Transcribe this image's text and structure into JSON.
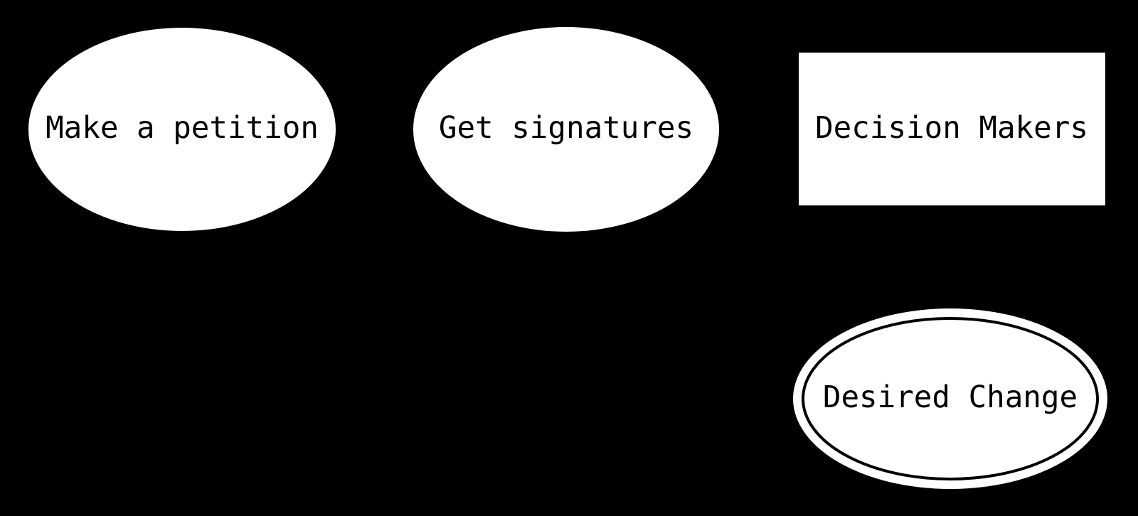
{
  "diagram": {
    "type": "flowchart",
    "background_color": "#000000",
    "node_fill_color": "#ffffff",
    "node_text_color": "#000000",
    "inner_outline_color": "#000000",
    "nodes": [
      {
        "id": "make-a-petition",
        "label": "Make a petition",
        "shape": "ellipse"
      },
      {
        "id": "get-signatures",
        "label": "Get signatures",
        "shape": "ellipse"
      },
      {
        "id": "decision-makers",
        "label": "Decision Makers",
        "shape": "rectangle"
      },
      {
        "id": "desired-change",
        "label": "Desired Change",
        "shape": "double-ellipse"
      }
    ]
  }
}
